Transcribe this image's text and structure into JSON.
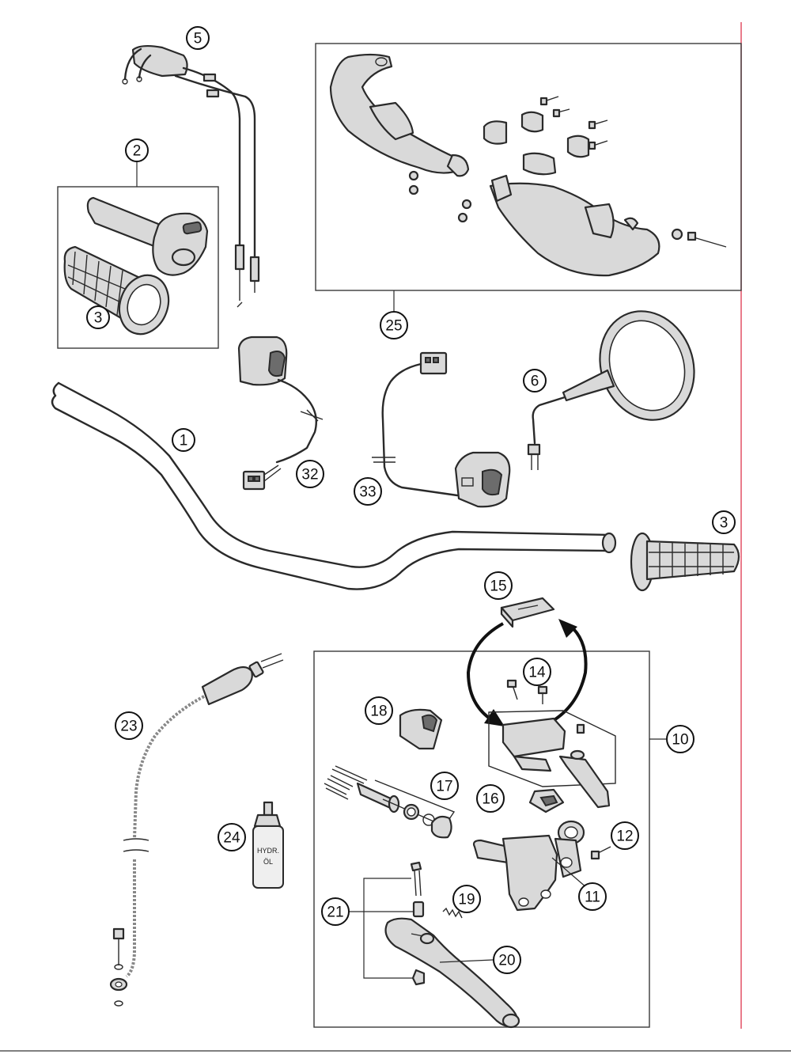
{
  "diagram": {
    "callouts": {
      "c1": "1",
      "c2": "2",
      "c3a": "3",
      "c3b": "3",
      "c5": "5",
      "c6": "6",
      "c10": "10",
      "c11": "11",
      "c12": "12",
      "c14": "14",
      "c15": "15",
      "c16": "16",
      "c17": "17",
      "c18": "18",
      "c19": "19",
      "c20": "20",
      "c21": "21",
      "c23": "23",
      "c24": "24",
      "c25": "25",
      "c32": "32",
      "c33": "33"
    },
    "bottle_label_line1": "HYDR.",
    "bottle_label_line2": "ÖL",
    "colors": {
      "ink": "#2a2a2a",
      "part_fill": "#d9d9d9",
      "margin_line": "#e0445a"
    }
  }
}
